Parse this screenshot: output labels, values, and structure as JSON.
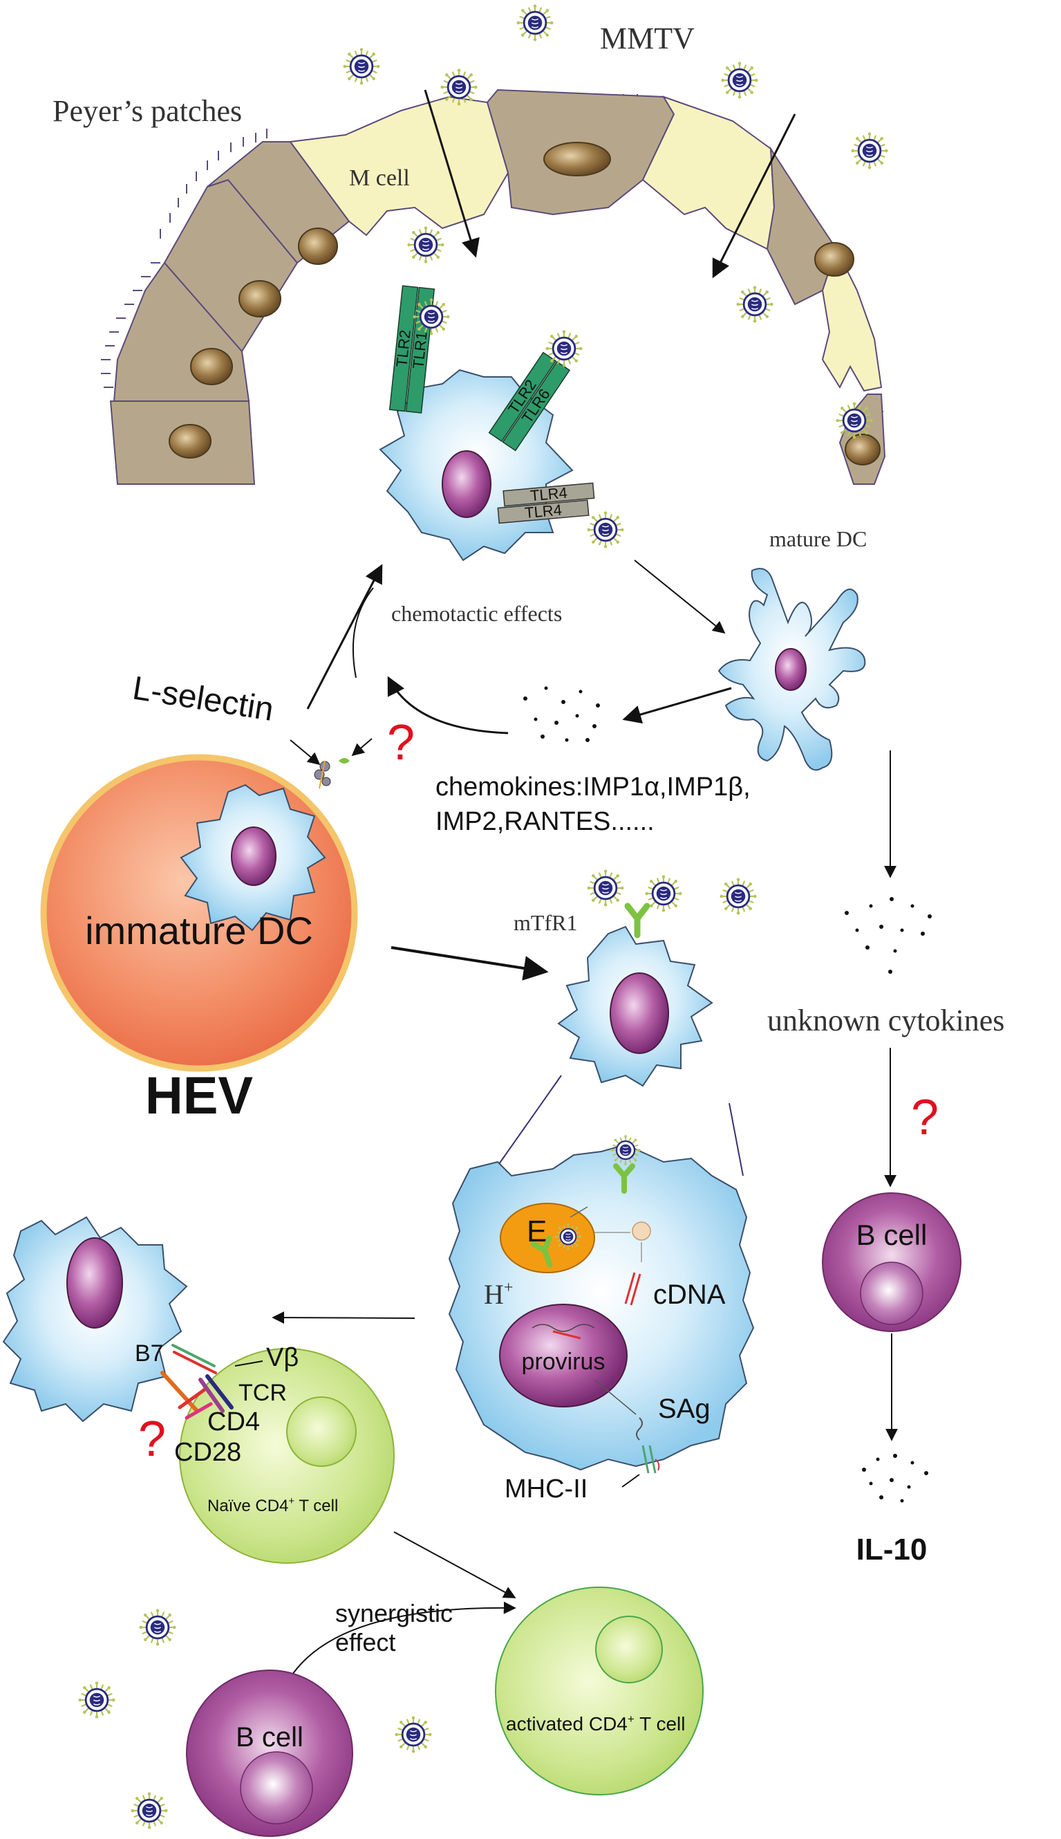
{
  "labels": {
    "mmtv": "MMTV",
    "peyers_patches": "Peyer’s patches",
    "m_cell": "M cell",
    "tlr2_a": "TLR2",
    "tlr1": "TLR1",
    "tlr2_b": "TLR2",
    "tlr6": "TLR6",
    "tlr4_a": "TLR4",
    "tlr4_b": "TLR4",
    "mature_dc": "mature DC",
    "chemotactic_effects": "chemotactic effects",
    "l_selectin": "L-selectin",
    "chemokines_line1": "chemokines:IMP1α,IMP1β,",
    "chemokines_line2": "IMP2,RANTES......",
    "immature_dc": "immature DC",
    "hev": "HEV",
    "mtfr1": "mTfR1",
    "unknown_cytokines": "unknown cytokines",
    "e": "E",
    "h_plus": "H",
    "h_plus_sup": "+",
    "cdna": "cDNA",
    "provirus": "provirus",
    "sag": "SAg",
    "mhc2": "MHC-II",
    "b_cell_right": "B cell",
    "il10": "IL-10",
    "b7": "B7",
    "vbeta": "Vβ",
    "tcr": "TCR",
    "cd4": "CD4",
    "cd28": "CD28",
    "naive_t_pre": "Naïve CD4",
    "naive_t_sup": "+",
    "naive_t_post": " T cell",
    "synergistic_1": "synergistic",
    "synergistic_2": "effect",
    "b_cell_bottom": "B cell",
    "activated_t_pre": "activated CD4",
    "activated_t_sup": "+",
    "activated_t_post": " T cell",
    "question": "?"
  },
  "colors": {
    "epithelial_cell": "#b6a78c",
    "m_cell": "#f7f3c0",
    "nucleus": "#8a6a3c",
    "dc_cell": "#9fd4ef",
    "dc_nucleus": "#b05aa0",
    "hev_fill": "#f2865e",
    "hev_border": "#f4c56a",
    "tlr_green": "#2e9b6a",
    "tlr_grey": "#a7a596",
    "receptor_green": "#7dc242",
    "endosome": "#f39c12",
    "b_cell": "#9b3f8f",
    "t_cell": "#c9e48c",
    "question_red": "#e0101f",
    "virus_core": "#2a2b7f",
    "virus_spikes": "#b7c45a"
  }
}
